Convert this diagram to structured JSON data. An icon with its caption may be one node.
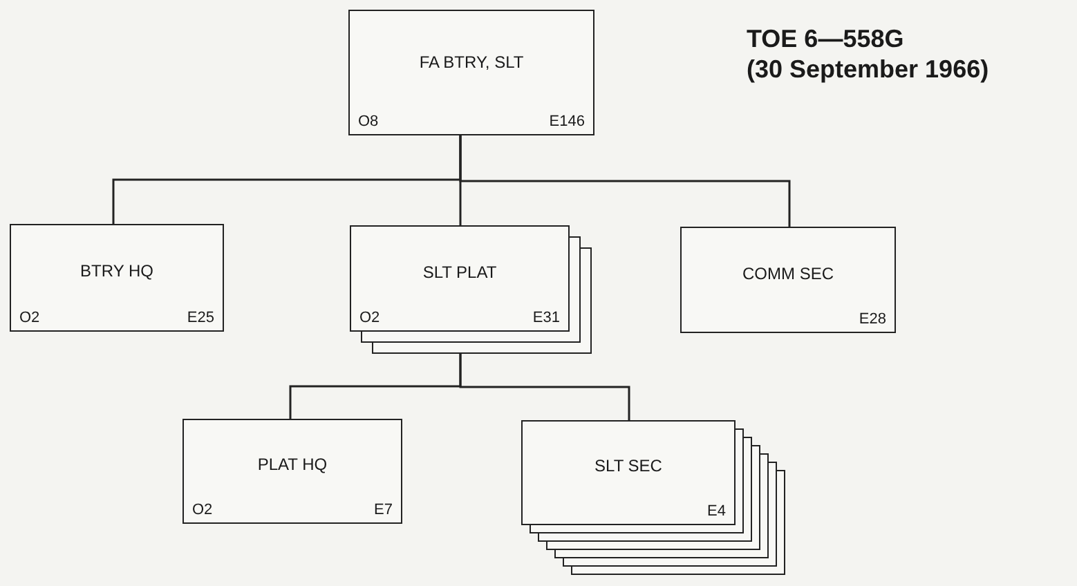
{
  "diagram": {
    "title": "TOE 6—558G",
    "caption": "(30 September 1966)",
    "nodes": [
      {
        "text": [
          "FA BTRY, SLT",
          "O8",
          "E146"
        ]
      },
      {
        "text": [
          "BTRY HQ",
          "O2",
          "E25"
        ]
      },
      {
        "text": [
          "SLT PLAT",
          "O2",
          "E31"
        ]
      },
      {
        "text": [
          "COMM SEC",
          "E28"
        ]
      },
      {
        "text": [
          "PLAT HQ",
          "O2",
          "E7"
        ]
      },
      {
        "text": [
          "SLT SEC",
          "E4"
        ]
      }
    ],
    "edges": [
      {
        "from": 0,
        "to": 1,
        "arrow": "none"
      },
      {
        "from": 0,
        "to": 2,
        "arrow": "none"
      },
      {
        "from": 0,
        "to": 3,
        "arrow": "none"
      },
      {
        "from": 2,
        "to": 4,
        "arrow": "none"
      },
      {
        "from": 2,
        "to": 5,
        "arrow": "none"
      }
    ]
  }
}
